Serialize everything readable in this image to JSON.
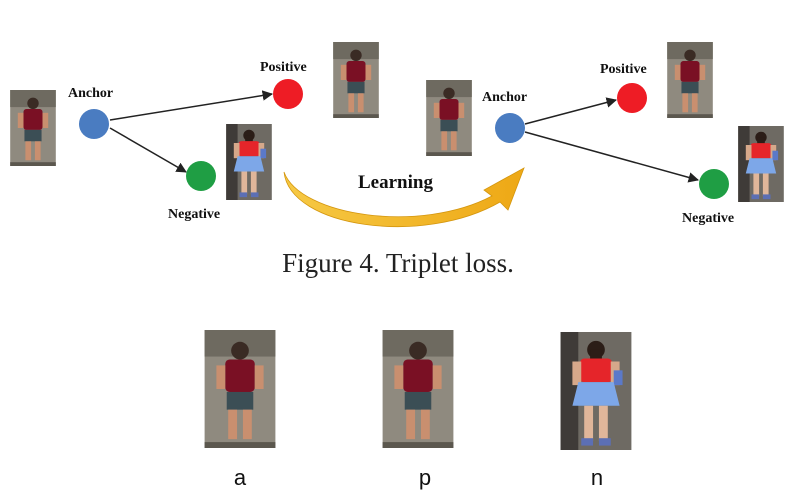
{
  "left_diagram": {
    "anchor_label": "Anchor",
    "positive_label": "Positive",
    "negative_label": "Negative"
  },
  "learning_label": "Learning",
  "right_diagram": {
    "anchor_label": "Anchor",
    "positive_label": "Positive",
    "negative_label": "Negative"
  },
  "caption": "Figure 4. Triplet loss.",
  "samples": {
    "a": "a",
    "p": "p",
    "n": "n"
  },
  "colors": {
    "anchor": "#4a7cc1",
    "positive": "#ee1c25",
    "negative": "#1f9e44",
    "learning_arrow": "#f0b323"
  },
  "icons": {
    "person_photo": "person-photo",
    "arrow": "arrow-icon"
  }
}
